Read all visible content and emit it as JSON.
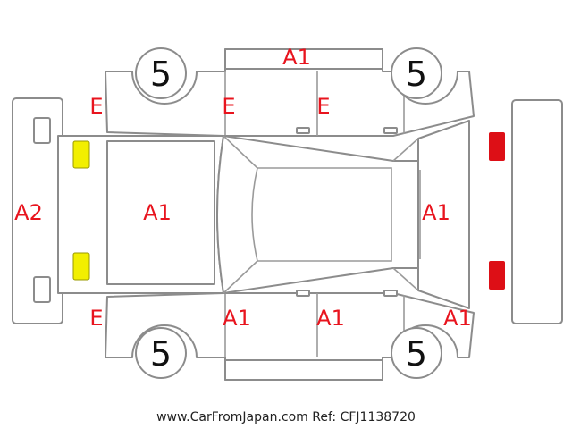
{
  "colors": {
    "damage": "#e8141e",
    "outline": "#8c8c8c",
    "headlight": "#f2ef00",
    "taillight": "#dd0f16"
  },
  "wheels": {
    "front_left": "5",
    "rear_left": "5",
    "front_right": "5",
    "rear_right": "5"
  },
  "damage_marks": {
    "roof_top_strip": "A1",
    "top_front_fender": "E",
    "top_front_door": "E",
    "top_rear_door": "E",
    "front_bumper": "A2",
    "hood": "A1",
    "rear_deck": "A1",
    "bottom_front_fender": "E",
    "bottom_front_door": "A1",
    "bottom_rear_door": "A1",
    "bottom_rear_quarter": "A1"
  },
  "footer": {
    "site": "www.CarFromJapan.com",
    "ref": "Ref: CFJ1138720"
  }
}
